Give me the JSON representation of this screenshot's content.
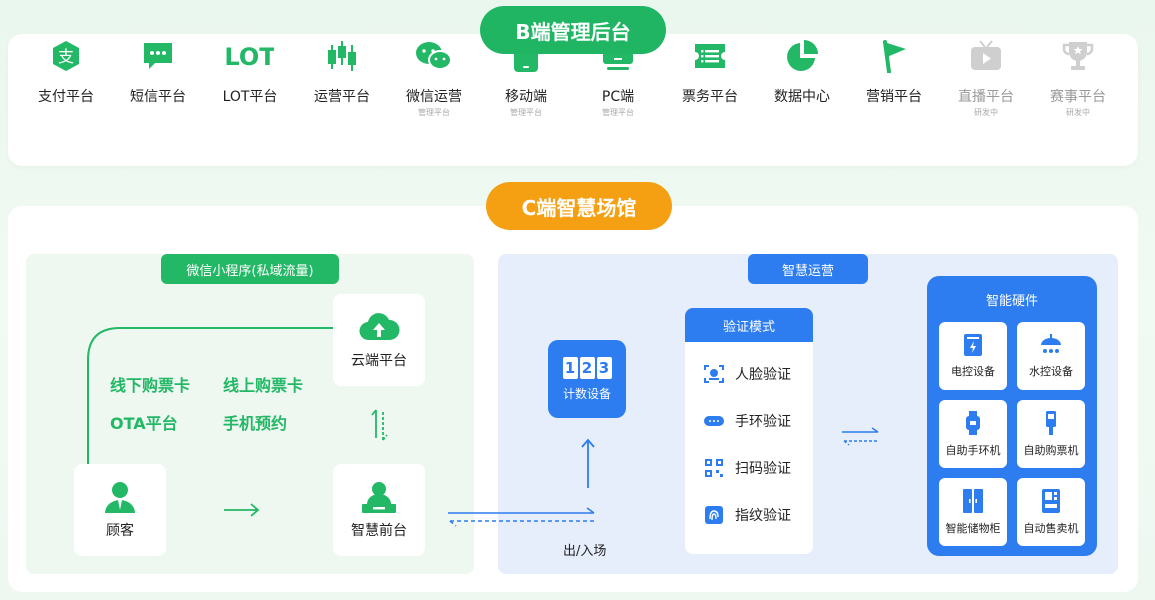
{
  "b_section": {
    "title": "B端管理后台",
    "items": [
      {
        "label": "支付平台",
        "sub": "",
        "icon": "alipay-icon"
      },
      {
        "label": "短信平台",
        "sub": "",
        "icon": "sms-icon"
      },
      {
        "label": "LOT平台",
        "sub": "",
        "icon": "lot-icon"
      },
      {
        "label": "运营平台",
        "sub": "",
        "icon": "candlestick-icon"
      },
      {
        "label": "微信运营",
        "sub": "管理平台",
        "icon": "wechat-icon"
      },
      {
        "label": "移动端",
        "sub": "管理平台",
        "icon": "mobile-icon"
      },
      {
        "label": "PC端",
        "sub": "管理平台",
        "icon": "pc-icon"
      },
      {
        "label": "票务平台",
        "sub": "",
        "icon": "ticket-icon"
      },
      {
        "label": "数据中心",
        "sub": "",
        "icon": "pie-chart-icon"
      },
      {
        "label": "营销平台",
        "sub": "",
        "icon": "flag-icon"
      },
      {
        "label": "直播平台",
        "sub": "研发中",
        "icon": "tv-icon"
      },
      {
        "label": "赛事平台",
        "sub": "研发中",
        "icon": "trophy-icon"
      }
    ]
  },
  "c_section": {
    "title": "C端智慧场馆",
    "miniprogram": {
      "tab": "微信小程序(私域流量)",
      "cloud": "云端平台",
      "texts": [
        "线下购票卡",
        "线上购票卡",
        "OTA平台",
        "手机预约"
      ],
      "customer": "顾客",
      "front_desk": "智慧前台"
    },
    "operations": {
      "tab": "智慧运营",
      "counter_digits": "123",
      "counter": "计数设备",
      "entry": "出/入场",
      "verify": {
        "title": "验证模式",
        "items": [
          "人脸验证",
          "手环验证",
          "扫码验证",
          "指纹验证"
        ]
      },
      "hardware": {
        "title": "智能硬件",
        "items": [
          "电控设备",
          "水控设备",
          "自助手环机",
          "自助购票机",
          "智能储物柜",
          "自动售卖机"
        ]
      }
    }
  },
  "colors": {
    "green": "#22b866",
    "blue": "#2d7cf0",
    "orange": "#f5a012",
    "gray": "#cfcfcf"
  }
}
